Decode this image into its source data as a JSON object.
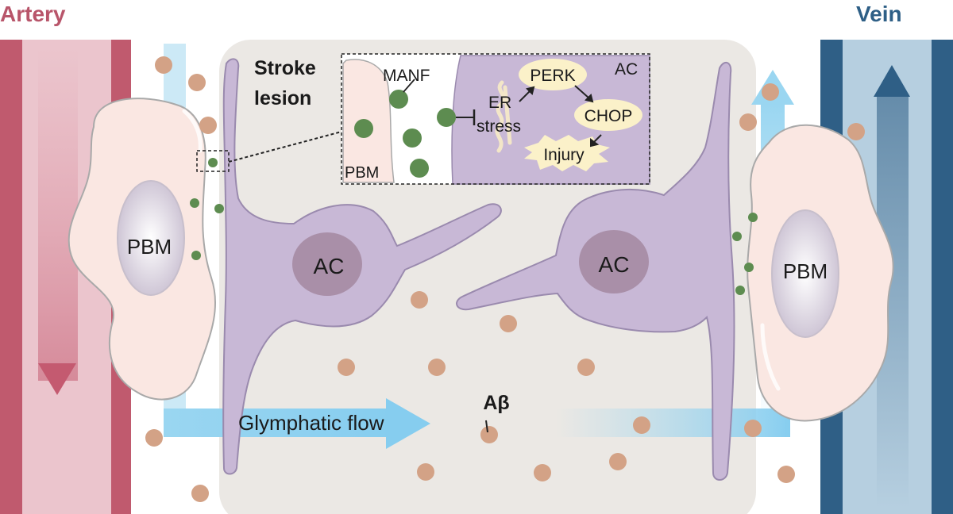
{
  "labels": {
    "artery": "Artery",
    "vein": "Vein",
    "pbm_left": "PBM",
    "pbm_right": "PBM",
    "ac_left": "AC",
    "ac_right": "AC",
    "flow": "Glymphatic flow",
    "abeta": "Aβ"
  },
  "inset": {
    "title_line1": "Stroke",
    "title_line2": "lesion",
    "manf": "MANF",
    "pbm": "PBM",
    "ac": "AC",
    "er_line1": "ER",
    "er_line2": "stress",
    "perk": "PERK",
    "chop": "CHOP",
    "injury": "Injury"
  },
  "colors": {
    "artery": "#c05a6e",
    "artery_lumen": "#ebc5cd",
    "vein": "#2f5f86",
    "vein_lumen": "#b6cfe0",
    "astrocyte": "#c8b8d6",
    "pbm_cell": "#fae7e2",
    "abeta": "#d3a286",
    "manf": "#5d8c50",
    "flow": "#8fd0ee",
    "background_tissue": "#ebe8e4"
  }
}
